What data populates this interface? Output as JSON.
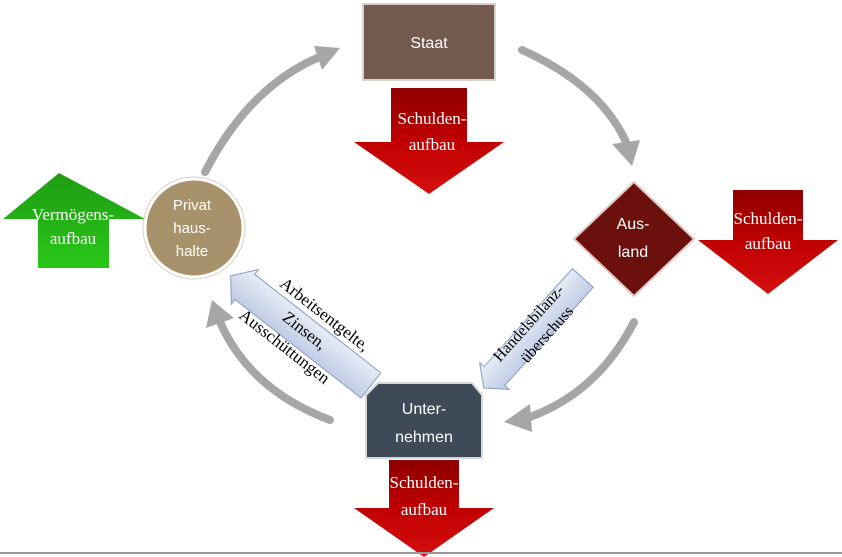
{
  "nodes": {
    "staat": {
      "label": "Staat",
      "color": "#735a4f"
    },
    "ausland": {
      "line1": "Aus-",
      "line2": "land",
      "color": "#6b100c"
    },
    "unternehmen": {
      "line1": "Unter-",
      "line2": "nehmen",
      "color": "#3e4a57"
    },
    "privathaushalte": {
      "line1": "Privat",
      "line2": "haus-",
      "line3": "halte",
      "color": "#a8926c"
    }
  },
  "debt_arrows": {
    "staat": {
      "line1": "Schulden-",
      "line2": "aufbau"
    },
    "ausland": {
      "line1": "Schulden-",
      "line2": "aufbau"
    },
    "unternehmen": {
      "line1": "Schulden-",
      "line2": "aufbau"
    }
  },
  "asset_arrow": {
    "line1": "Vermögens-",
    "line2": "aufbau"
  },
  "flows": {
    "handelsbilanz": {
      "line1": "Handelsbilanz-",
      "line2": "überschuss"
    },
    "arbeitsentgelte": {
      "line1": "Arbeitsentgelte,",
      "line2": "Zinsen,",
      "line3": "Ausschüttungen"
    }
  },
  "colors": {
    "debt_red": "#c00000",
    "asset_green": "#22b814",
    "cycle_gray": "#a6a6a6",
    "flow_fill": "#cfd8ea"
  }
}
